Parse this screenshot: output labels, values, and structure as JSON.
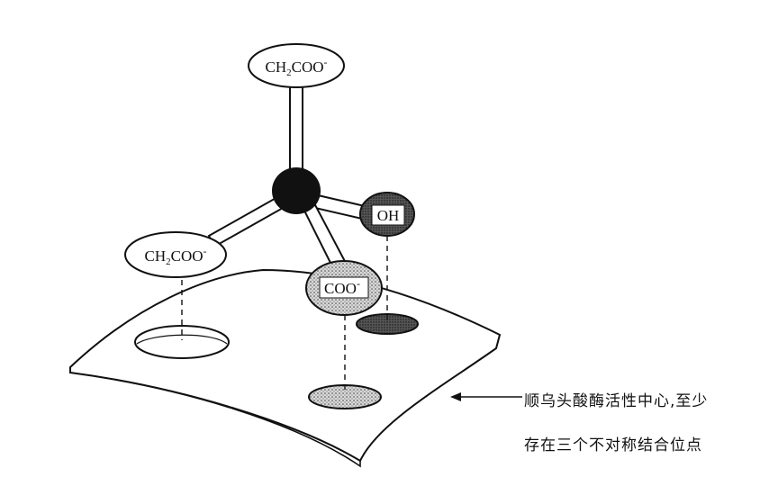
{
  "groups": {
    "top": {
      "main": "CH",
      "sub": "2",
      "tail": "COO",
      "sup": "-"
    },
    "left": {
      "main": "CH",
      "sub": "2",
      "tail": "COO",
      "sup": "-"
    },
    "hydroxyl": {
      "main": "OH"
    },
    "carboxyl": {
      "main": "COO",
      "sup": "-"
    }
  },
  "caption": {
    "line1": "顺乌头酸酶活性中心,至少",
    "line2": "存在三个不对称结合位点"
  },
  "colors": {
    "ink": "#111111",
    "paper": "#ffffff",
    "stipple": "#9a9a9a",
    "dark": "#222222"
  }
}
